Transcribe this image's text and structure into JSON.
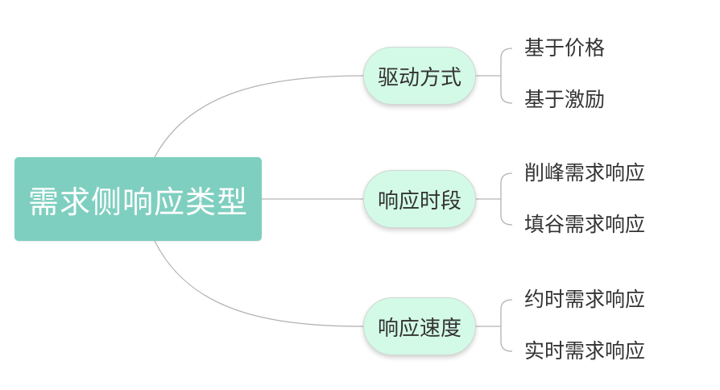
{
  "root": {
    "label": "需求侧响应类型"
  },
  "branches": [
    {
      "label": "驱动方式",
      "children": [
        "基于价格",
        "基于激励"
      ]
    },
    {
      "label": "响应时段",
      "children": [
        "削峰需求响应",
        "填谷需求响应"
      ]
    },
    {
      "label": "响应速度",
      "children": [
        "约时需求响应",
        "实时需求响应"
      ]
    }
  ],
  "colors": {
    "root_fill": "#7fcfc0",
    "branch_fill": "#d3fae7",
    "connector": "#b3b3b3"
  }
}
